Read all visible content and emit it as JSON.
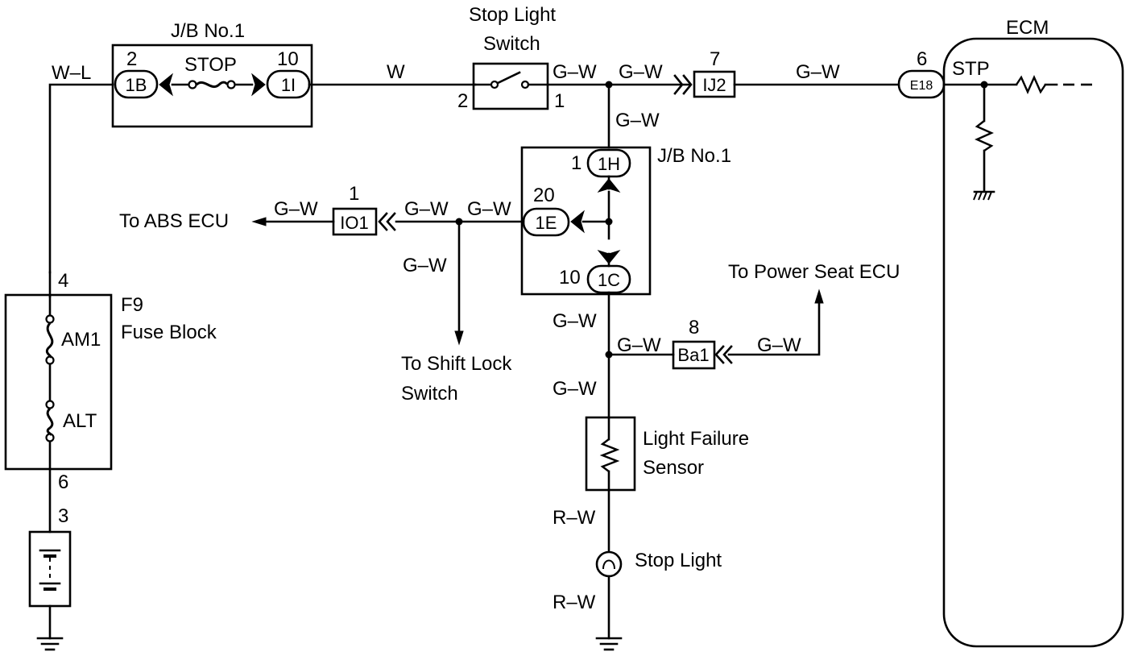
{
  "blocks": {
    "jb1_top_label": "J/B No.1",
    "jb1_mid_label": "J/B No.1",
    "ecm_label": "ECM",
    "fuse_block_id": "F9",
    "fuse_block_name": "Fuse Block",
    "switch_label_line1": "Stop Light",
    "switch_label_line2": "Switch",
    "sensor_label_line1": "Light Failure",
    "sensor_label_line2": "Sensor",
    "stop_light_label": "Stop Light"
  },
  "fuses": {
    "stop": "STOP",
    "am1": "AM1",
    "alt": "ALT"
  },
  "connectors": {
    "c1b": "1B",
    "c1i": "1I",
    "cij2": "IJ2",
    "ce18": "E18",
    "c1h": "1H",
    "c1e": "1E",
    "c1c": "1C",
    "cio1": "IO1",
    "cba1": "Ba1"
  },
  "ecm_terminal": "STP",
  "pins": {
    "p_1b": "2",
    "p_1i": "10",
    "p_sw_in": "2",
    "p_sw_out": "1",
    "p_ij2": "7",
    "p_e18": "6",
    "p_1h": "1",
    "p_1e": "20",
    "p_1c": "10",
    "p_io1": "1",
    "p_ba1": "8",
    "p_f9_top": "4",
    "p_f9_bottom": "6",
    "p_battery": "3"
  },
  "wires": {
    "w_l": "W–L",
    "w": "W",
    "gw_sw_out": "G–W",
    "gw_to_ij2": "G–W",
    "gw_ij2_e18": "G–W",
    "gw_down_to_jb": "G–W",
    "gw_to_abs": "G–W",
    "gw_io1_right": "G–W",
    "gw_1e_left": "G–W",
    "gw_shift": "G–W",
    "gw_1c_down": "G–W",
    "gw_to_ba1": "G–W",
    "gw_power_seat": "G–W",
    "gw_to_sensor": "G–W",
    "rw_1": "R–W",
    "rw_2": "R–W"
  },
  "destinations": {
    "abs": "To ABS ECU",
    "shift_line1": "To Shift Lock",
    "shift_line2": "Switch",
    "power_seat": "To Power Seat ECU"
  }
}
